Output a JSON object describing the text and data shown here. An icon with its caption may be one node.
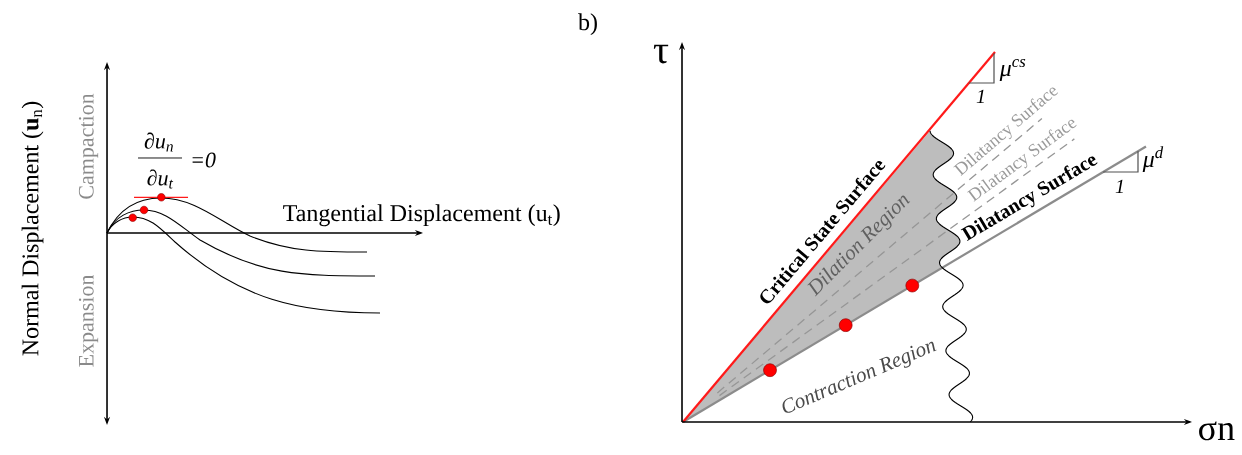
{
  "diagram": {
    "labels": [
      "Normal Displacement (**u**$_{n}$)",
      "Campaction",
      "∂u$_{n}$",
      "=0",
      "∂u$_{t}$",
      "Tangential Displacement (u$_{t}$)",
      "Expansion",
      "b)",
      "τ",
      "μ$^{cs}$",
      "1",
      "Dilatancy Surface",
      "Dilatancy Surface",
      "Critical State Surface",
      "Dilatancy Surface",
      "μ$^{d}$",
      "1",
      "Dilation Region",
      "Contraction Region",
      "σn"
    ]
  }
}
